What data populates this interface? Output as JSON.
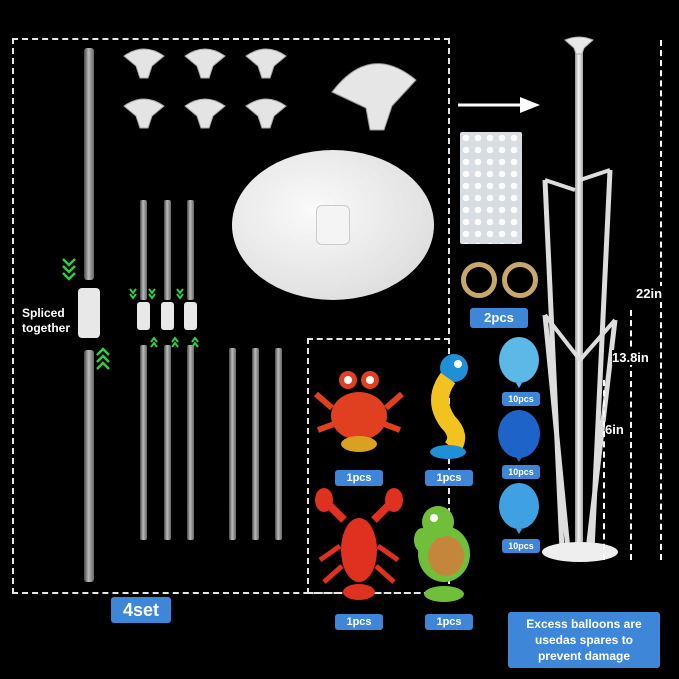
{
  "labels": {
    "spliced": "Spliced together",
    "set_badge": "4set",
    "tape_badge": "2pcs",
    "crab_count": "1pcs",
    "seahorse_count": "1pcs",
    "lobster_count": "1pcs",
    "turtle_count": "1pcs",
    "balloon1_count": "10pcs",
    "balloon2_count": "10pcs",
    "balloon3_count": "10pcs",
    "height_total": "22in",
    "height_mid": "13.8in",
    "height_low": "6in",
    "note": "Excess balloons are usedas spares to prevent damage"
  },
  "colors": {
    "badge_blue": "#3e86d8",
    "balloon_light": "#5cb8e6",
    "balloon_dark": "#1e64c8",
    "balloon_sky": "#3fa0e2",
    "arrow_green": "#2fcf43"
  },
  "icons": [
    "balloon-cup-icon",
    "base-plate-icon",
    "glue-dots-icon",
    "tape-roll-icon",
    "crab-balloon-icon",
    "seahorse-balloon-icon",
    "lobster-balloon-icon",
    "turtle-balloon-icon",
    "round-balloon-icon",
    "arrow-right-icon"
  ]
}
